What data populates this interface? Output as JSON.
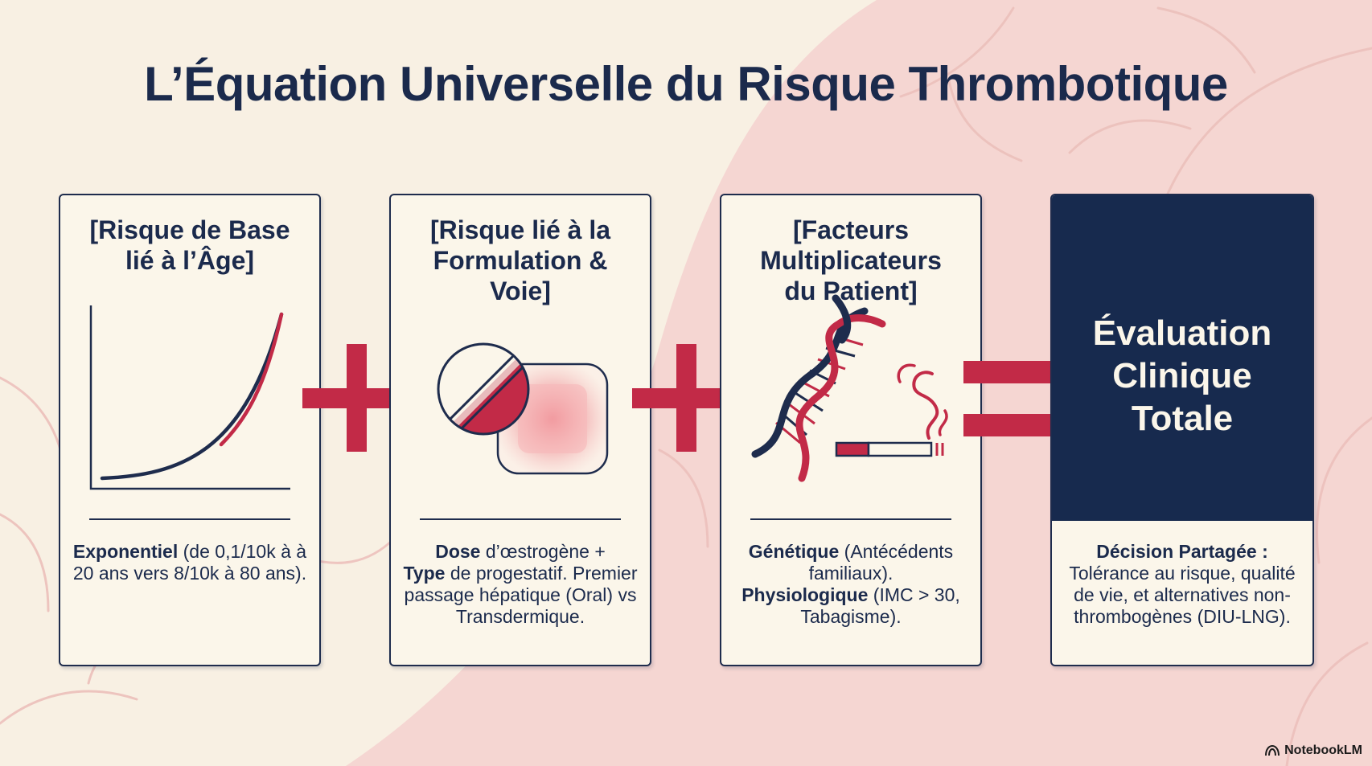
{
  "title": "L’Équation Universelle du Risque Thrombotique",
  "cards": [
    {
      "title_lines": [
        "[Risque de Base",
        "lié à l’Âge]"
      ],
      "desc_bold": "Exponentiel",
      "desc_rest": " (de 0,1/10k à à 20 ans vers 8/10k à 80 ans)."
    },
    {
      "title_lines": [
        "[Risque lié à la",
        "Formulation &",
        "Voie]"
      ],
      "desc_bold_1": "Dose",
      "desc_rest_1": " d’œstrogène +",
      "desc_bold_2": "Type",
      "desc_rest_2": " de progestatif. Premier passage hépatique (Oral) vs Transdermique."
    },
    {
      "title_lines": [
        "[Facteurs",
        "Multiplicateurs",
        "du Patient]"
      ],
      "desc_bold_1": "Génétique",
      "desc_rest_1": " (Antécédents familiaux).",
      "desc_bold_2": "Physiologique",
      "desc_rest_2": " (IMC > 30, Tabagisme)."
    },
    {
      "title_lines": [
        "Évaluation",
        "Clinique",
        "Totale"
      ],
      "desc_bold": "Décision Partagée :",
      "desc_rest": "Tolérance au risque, qualité de vie, et alternatives non-thrombogènes (DIU-LNG)."
    }
  ],
  "operators": [
    "plus",
    "plus",
    "equals"
  ],
  "branding": "NotebookLM",
  "icons": [
    "exponential-curve-icon",
    "pill-icon",
    "patch-icon",
    "dna-icon",
    "cigarette-icon"
  ],
  "colors": {
    "background": "#f8f0e3",
    "pink_shape": "#f5d6d2",
    "navy": "#1b2a4c",
    "crimson": "#c22a47",
    "card": "#fbf6ea"
  }
}
